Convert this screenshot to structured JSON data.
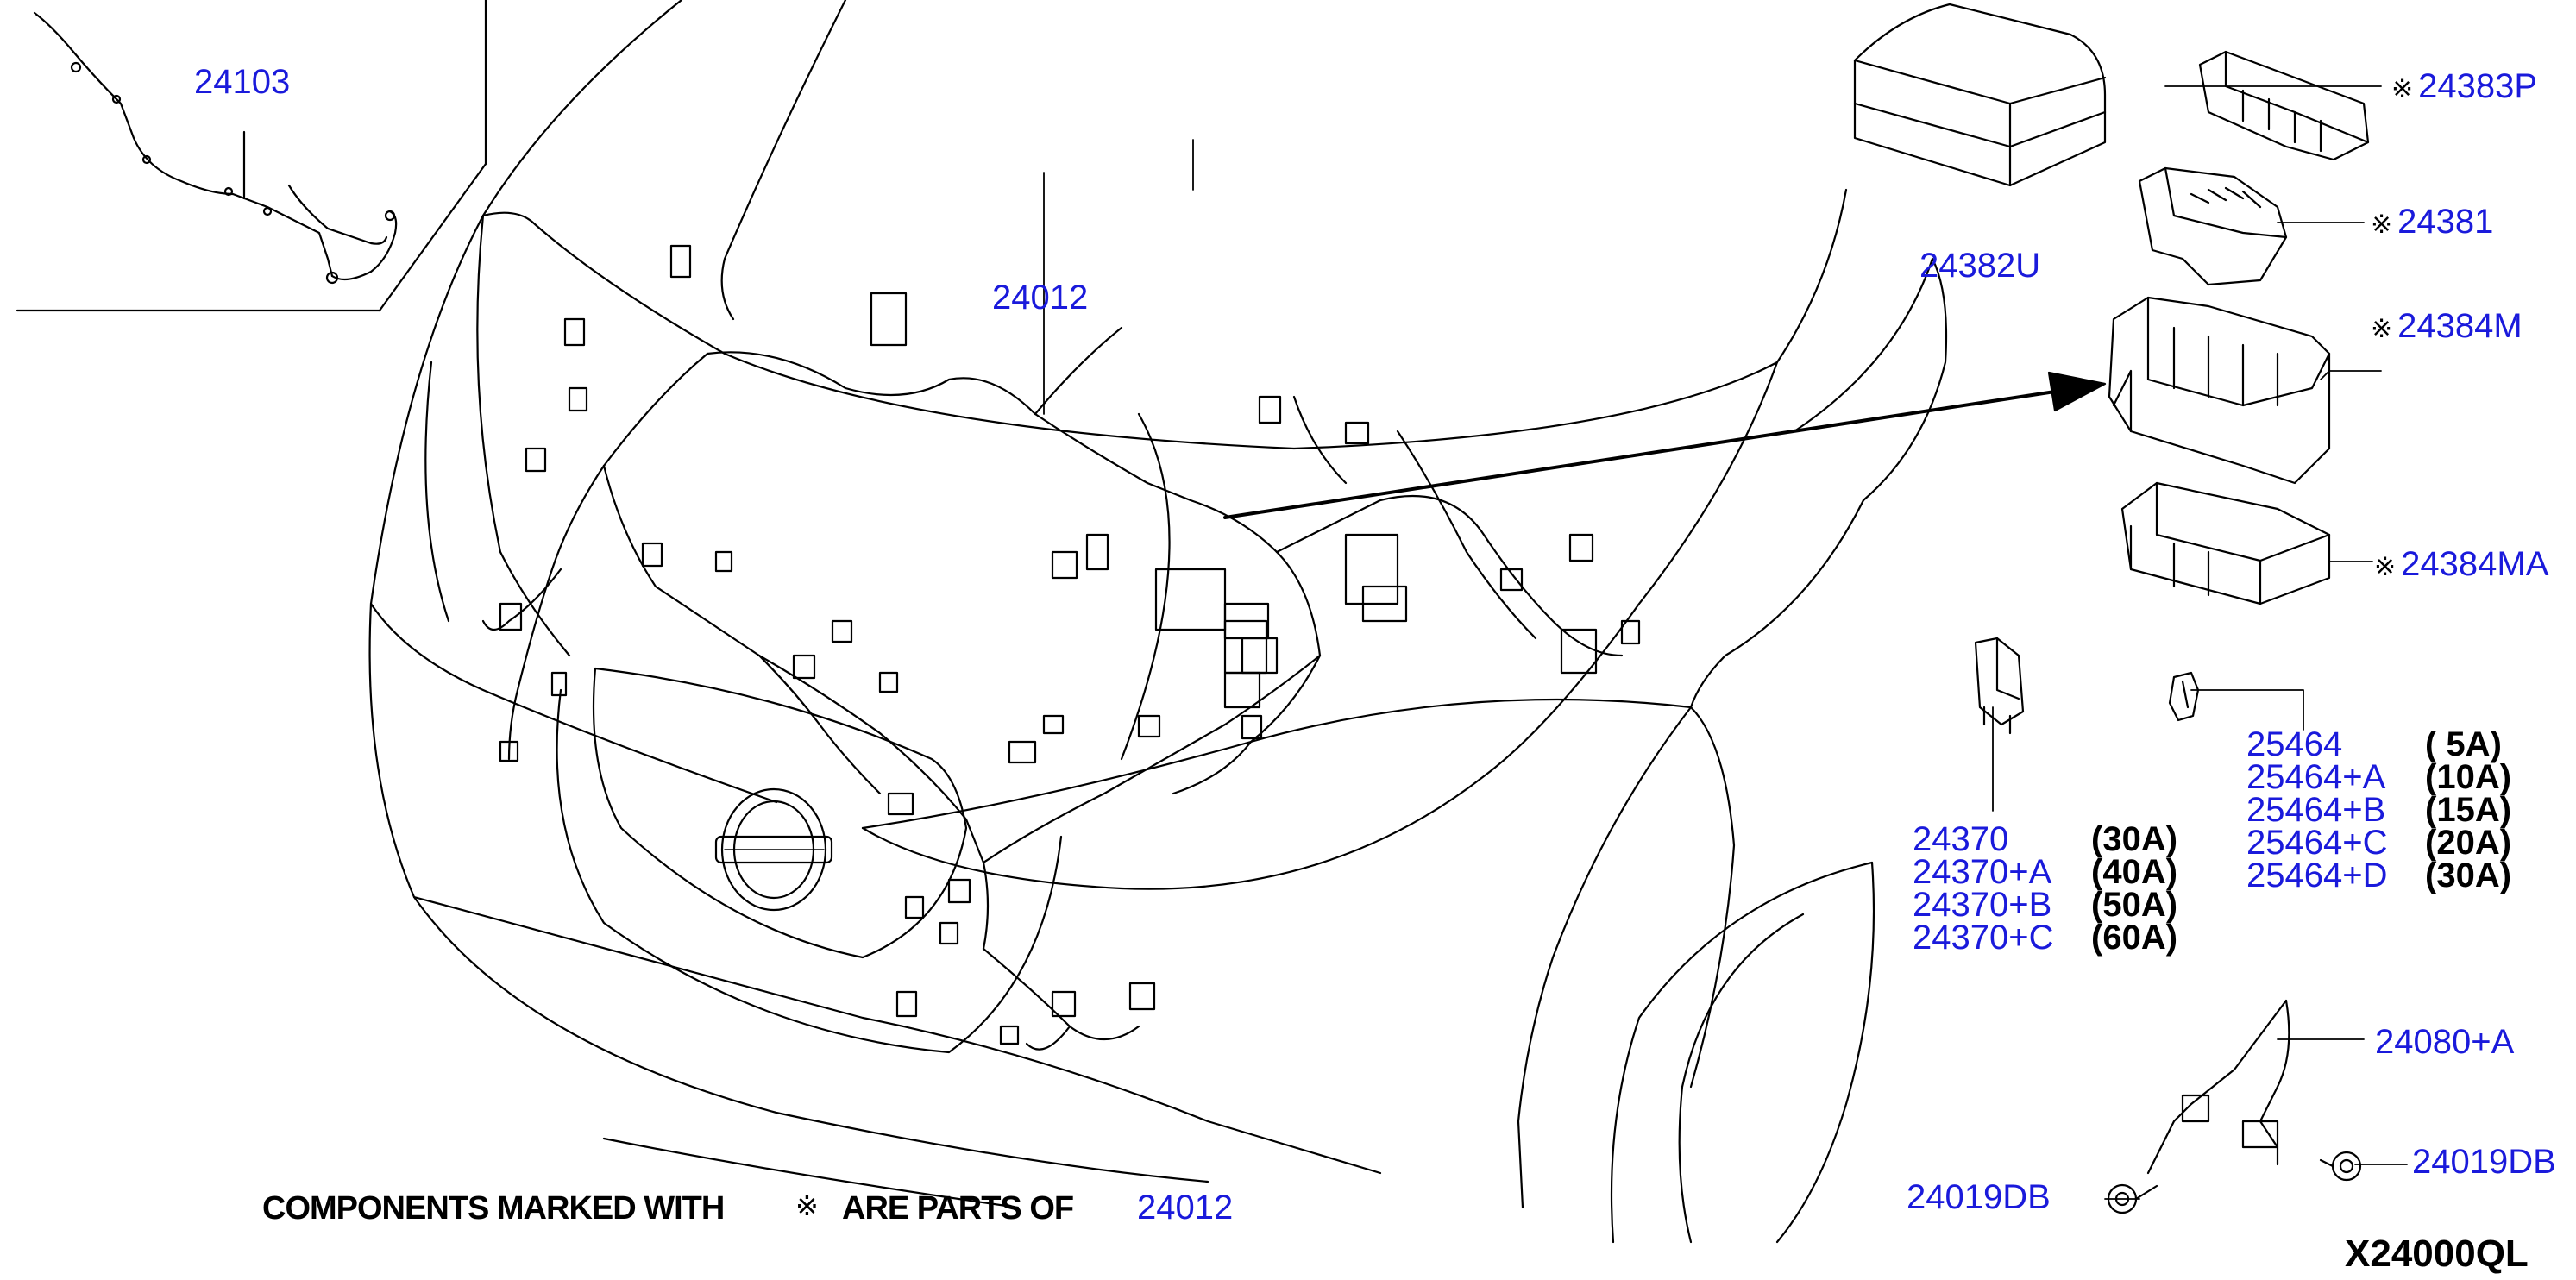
{
  "diagram": {
    "colors": {
      "label": "#1a1adb",
      "line": "#000000",
      "background": "#ffffff"
    },
    "callouts": {
      "harness_inset": "24103",
      "main_harness": "24012",
      "cover": "24382U",
      "relay_block": "24383P",
      "fuse_block": "24381",
      "fuse_box": "24384M",
      "fuse_box_base": "24384MA",
      "clip_a": "24080+A",
      "bolt_left": "24019DB",
      "bolt_right": "24019DB"
    },
    "marker_symbol": "※",
    "fusible_links": [
      {
        "part": "24370",
        "rating": "(30A)"
      },
      {
        "part": "24370+A",
        "rating": "(40A)"
      },
      {
        "part": "24370+B",
        "rating": "(50A)"
      },
      {
        "part": "24370+C",
        "rating": "(60A)"
      }
    ],
    "fuses": [
      {
        "part": "25464",
        "rating": "( 5A)"
      },
      {
        "part": "25464+A",
        "rating": "(10A)"
      },
      {
        "part": "25464+B",
        "rating": "(15A)"
      },
      {
        "part": "25464+C",
        "rating": "(20A)"
      },
      {
        "part": "25464+D",
        "rating": "(30A)"
      }
    ],
    "footnote": {
      "text_before": "COMPONENTS MARKED WITH",
      "symbol": "※",
      "text_after": "ARE PARTS OF",
      "part": "24012"
    },
    "drawing_code": "X24000QL"
  }
}
